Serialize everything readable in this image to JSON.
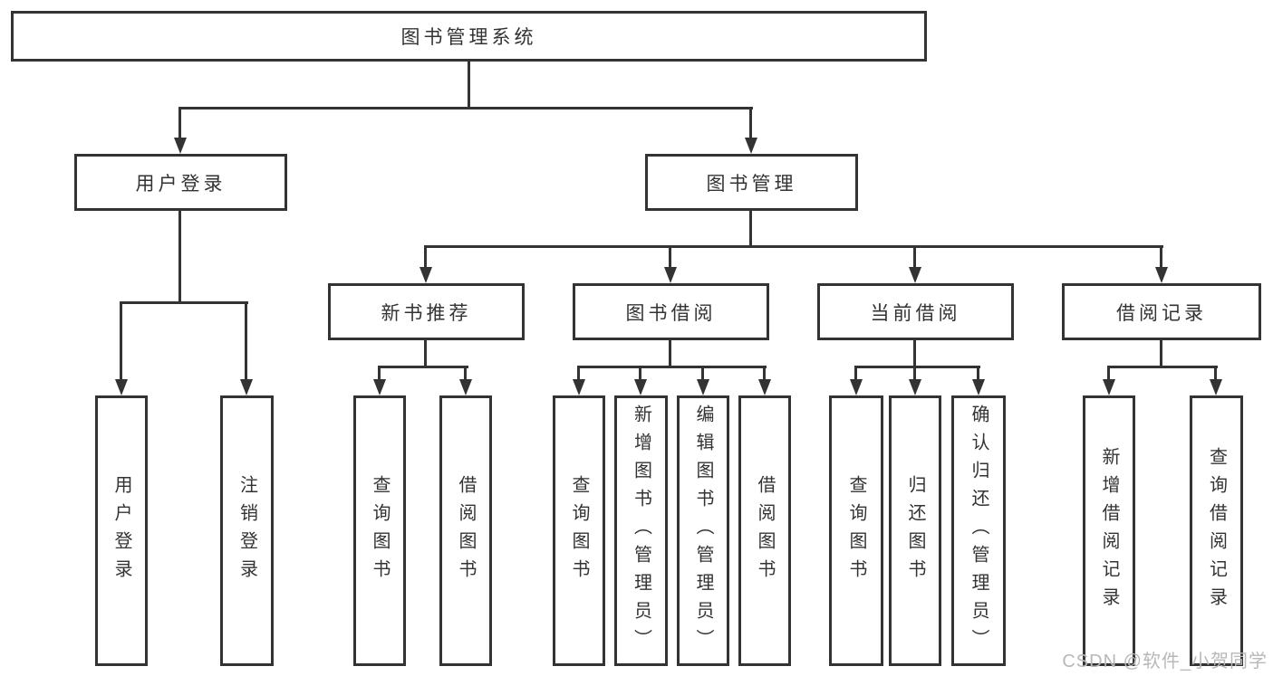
{
  "nodes": {
    "root": "图书管理系统",
    "user_login": "用户登录",
    "book_management": "图书管理",
    "new_book_recommend": "新书推荐",
    "book_borrowing": "图书借阅",
    "current_borrowing": "当前借阅",
    "borrowing_records": "借阅记录",
    "user_login_leaves": [
      "用户登录",
      "注销登录"
    ],
    "new_book_leaves": [
      "查询图书",
      "借阅图书"
    ],
    "book_borrowing_leaves": [
      "查询图书",
      "新增图书（管理员）",
      "编辑图书（管理员）",
      "借阅图书"
    ],
    "current_borrowing_leaves": [
      "查询图书",
      "归还图书",
      "确认归还（管理员）"
    ],
    "borrowing_records_leaves": [
      "新增借阅记录",
      "查询借阅记录"
    ]
  },
  "watermark": "CSDN @软件_小贺同学",
  "colors": {
    "line": "#333333",
    "text": "#333333",
    "watermark": "#b8b8b8",
    "background": "#ffffff"
  }
}
